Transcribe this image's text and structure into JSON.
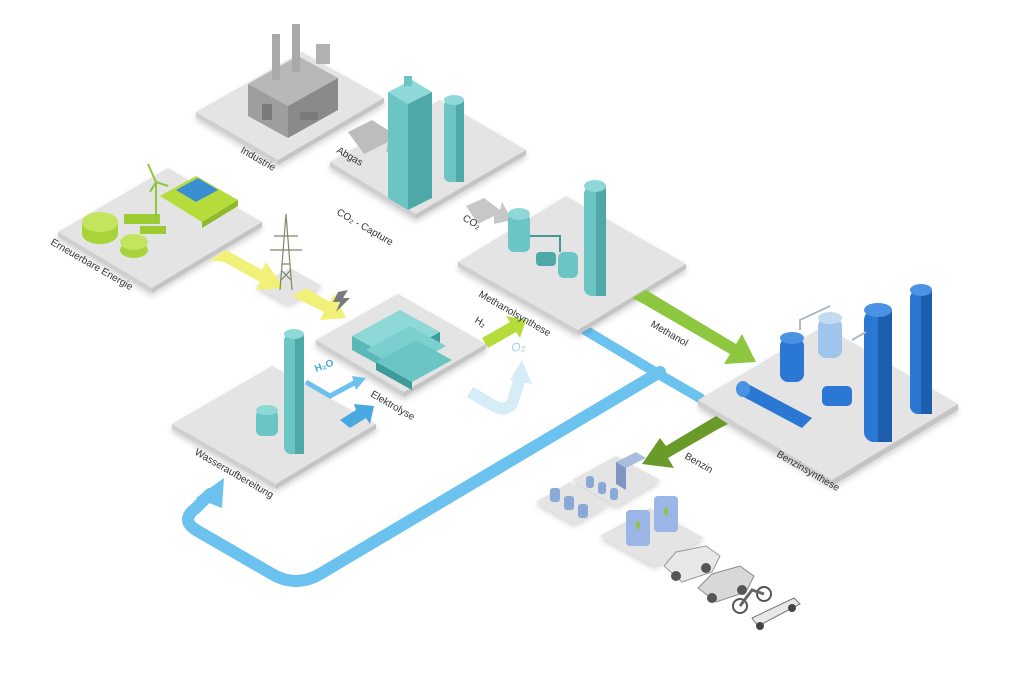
{
  "labels": {
    "industrie": "Industrie",
    "abgas": "Abgas",
    "co2_capture": "CO₂ - Capture",
    "co2": "CO₂",
    "erneuerbare": "Erneuerbare Energie",
    "methanolsynthese": "Methanolsynthese",
    "methanol": "Methanol",
    "h2": "H₂",
    "o2": "O₂",
    "h2o": "H₂O",
    "elektrolyse": "Elektrolyse",
    "wasseraufbereitung": "Wasseraufbereitung",
    "benzin": "Benzin",
    "benzinsynthese": "Benzinsynthese"
  },
  "colors": {
    "platform_top": "#e3e3e3",
    "platform_side": "#c9c9c9",
    "teal": "#6cc5c5",
    "teal_dark": "#3f9a9a",
    "green": "#8dc63f",
    "lime": "#b5dc3a",
    "yellow": "#f1f17a",
    "water_blue": "#6cc2ee",
    "pale_blue": "#d6ecf7",
    "blue": "#2b78d4",
    "grey_arrow": "#bdbdbd"
  },
  "icons": [
    "lightning-icon",
    "power-pylon-icon",
    "wind-turbine-icon",
    "car-icon",
    "motorcycle-icon",
    "race-car-icon",
    "fuel-pump-icon"
  ]
}
